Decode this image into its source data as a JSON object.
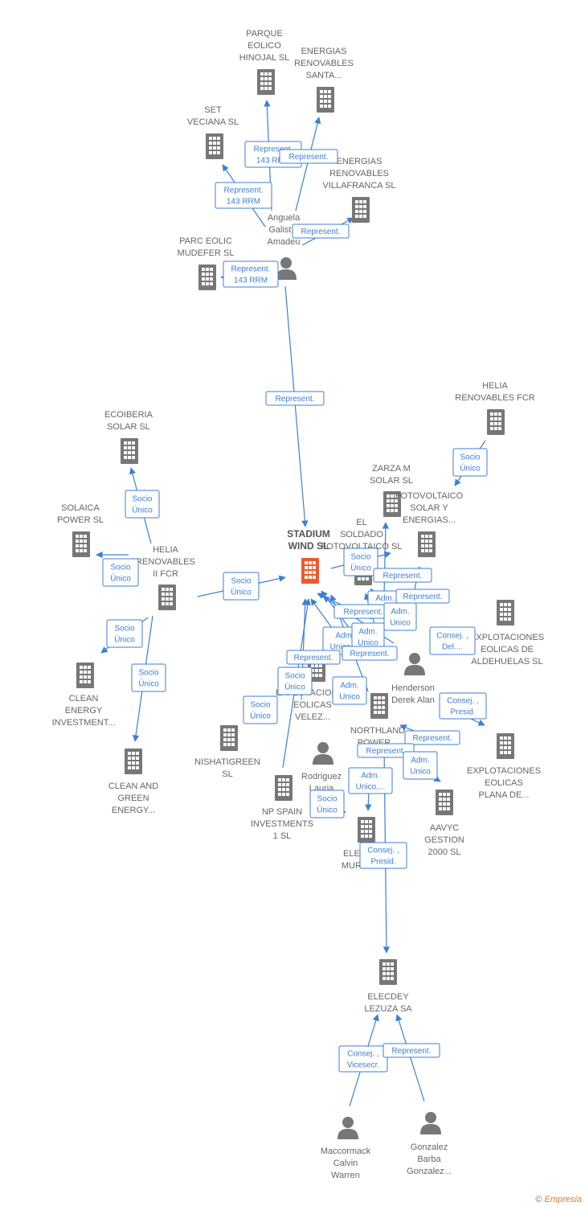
{
  "footer": {
    "copyright": "©",
    "brand": "Empresia"
  },
  "colors": {
    "company": "#777777",
    "focus": "#f0582a",
    "edge": "#3d7fd6",
    "person": "#777777"
  },
  "nodes": [
    {
      "id": "parque",
      "kind": "company",
      "lines": [
        "PARQUE",
        "EOLICO",
        "HINOJAL SL"
      ]
    },
    {
      "id": "santa",
      "kind": "company",
      "lines": [
        "ENERGIAS",
        "RENOVABLES",
        "SANTA..."
      ]
    },
    {
      "id": "set",
      "kind": "company",
      "lines": [
        "SET",
        "VECIANA SL"
      ]
    },
    {
      "id": "villafranca",
      "kind": "company",
      "lines": [
        "ENERGIAS",
        "RENOVABLES",
        "VILLAFRANCA SL"
      ]
    },
    {
      "id": "anguela",
      "kind": "person",
      "lines": [
        "Anguela",
        "Galist...",
        "Amadeu"
      ]
    },
    {
      "id": "mudefer",
      "kind": "company",
      "lines": [
        "PARC EOLIC",
        "MUDEFER  SL"
      ]
    },
    {
      "id": "helia_fcr",
      "kind": "company",
      "lines": [
        "HELIA",
        "RENOVABLES FCR"
      ]
    },
    {
      "id": "ecoiberia",
      "kind": "company",
      "lines": [
        "ECOIBERIA",
        "SOLAR SL"
      ]
    },
    {
      "id": "zarza",
      "kind": "company",
      "lines": [
        "ZARZA M",
        "SOLAR SL"
      ]
    },
    {
      "id": "fotovoltaico",
      "kind": "company",
      "lines": [
        "FOTOVOLTAICO",
        "SOLAR Y",
        "ENERGIAS..."
      ]
    },
    {
      "id": "solaica",
      "kind": "company",
      "lines": [
        "SOLAICA",
        "POWER  SL"
      ]
    },
    {
      "id": "stadium",
      "kind": "focus",
      "lines": [
        "STADIUM",
        "WIND  SL"
      ]
    },
    {
      "id": "soldado",
      "kind": "company",
      "lines": [
        "EL",
        "SOLDADO",
        "FOTOVOLTAICO SL"
      ]
    },
    {
      "id": "helia2",
      "kind": "company",
      "lines": [
        "HELIA",
        "RENOVABLES",
        "II FCR"
      ]
    },
    {
      "id": "aldehuelas",
      "kind": "company",
      "lines": [
        "EXPLOTACIONES",
        "EOLICAS DE",
        "ALDEHUELAS SL"
      ]
    },
    {
      "id": "clean_inv",
      "kind": "company",
      "lines": [
        "CLEAN",
        "ENERGY",
        "INVESTMENT..."
      ]
    },
    {
      "id": "henderson",
      "kind": "person",
      "lines": [
        "Henderson",
        "Derek Alan"
      ]
    },
    {
      "id": "velez",
      "kind": "company",
      "lines": [
        "EXPLOTACIONES",
        "EOLICAS",
        "VELEZ..."
      ]
    },
    {
      "id": "northland",
      "kind": "company",
      "lines": [
        "NORTHLAND",
        "POWER..."
      ]
    },
    {
      "id": "nishati",
      "kind": "company",
      "lines": [
        "NISHATIGREEN",
        "SL"
      ]
    },
    {
      "id": "plana",
      "kind": "company",
      "lines": [
        "EXPLOTACIONES",
        "EOLICAS",
        "PLANA DE..."
      ]
    },
    {
      "id": "clean_green",
      "kind": "company",
      "lines": [
        "CLEAN AND",
        "GREEN",
        "ENERGY..."
      ]
    },
    {
      "id": "rodriguez",
      "kind": "person",
      "lines": [
        "Rodriguez",
        "Lauria",
        "A..."
      ]
    },
    {
      "id": "npspain",
      "kind": "company",
      "lines": [
        "NP SPAIN",
        "INVESTMENTS",
        "1  SL"
      ]
    },
    {
      "id": "aavyc",
      "kind": "company",
      "lines": [
        "AAVYC",
        "GESTION",
        "2000 SL"
      ]
    },
    {
      "id": "murcia",
      "kind": "company",
      "lines": [
        "ELE...",
        "MUR..."
      ]
    },
    {
      "id": "elecdey",
      "kind": "company",
      "lines": [
        "ELECDEY",
        "LEZUZA SA"
      ]
    },
    {
      "id": "maccormack",
      "kind": "person",
      "lines": [
        "Maccormack",
        "Calvin",
        "Warren"
      ]
    },
    {
      "id": "gonzalez",
      "kind": "person",
      "lines": [
        "Gonzalez",
        "Barba",
        "Gonzalez..."
      ]
    }
  ],
  "edges": [
    {
      "lines": [
        "Represent.",
        "143 RRM"
      ]
    },
    {
      "lines": [
        "Represent."
      ]
    },
    {
      "lines": [
        "Represent.",
        "143 RRM"
      ]
    },
    {
      "lines": [
        "Represent."
      ]
    },
    {
      "lines": [
        "Represent.",
        "143 RRM"
      ]
    },
    {
      "lines": [
        "Represent."
      ]
    },
    {
      "lines": [
        "Socio",
        "Único"
      ]
    },
    {
      "lines": [
        "Socio",
        "Único"
      ]
    },
    {
      "lines": [
        "Socio",
        "Único"
      ]
    },
    {
      "lines": [
        "Socio",
        "Único"
      ]
    },
    {
      "lines": [
        "Socio",
        "Único"
      ]
    },
    {
      "lines": [
        "Socio",
        "Único"
      ]
    },
    {
      "lines": [
        "Socio",
        "Único"
      ]
    },
    {
      "lines": [
        "Represent."
      ]
    },
    {
      "lines": [
        "Adm."
      ]
    },
    {
      "lines": [
        "Represent."
      ]
    },
    {
      "lines": [
        "Represent."
      ]
    },
    {
      "lines": [
        "Adm.",
        "Unico"
      ]
    },
    {
      "lines": [
        "Adm.",
        "Unico,..."
      ]
    },
    {
      "lines": [
        "Adm.",
        "Unico"
      ]
    },
    {
      "lines": [
        "Represent."
      ]
    },
    {
      "lines": [
        "Consej. ,",
        "Del...."
      ]
    },
    {
      "lines": [
        "Represent."
      ]
    },
    {
      "lines": [
        "Socio",
        "Único"
      ]
    },
    {
      "lines": [
        "Adm.",
        "Unico"
      ]
    },
    {
      "lines": [
        "Socio",
        "Único"
      ]
    },
    {
      "lines": [
        "Consej. ,",
        "Presid."
      ]
    },
    {
      "lines": [
        "Represent."
      ]
    },
    {
      "lines": [
        "Represent."
      ]
    },
    {
      "lines": [
        "Adm.",
        "Unico"
      ]
    },
    {
      "lines": [
        "Adm.",
        "Unico,..."
      ]
    },
    {
      "lines": [
        "Socio",
        "Único"
      ]
    },
    {
      "lines": [
        "Consej. ,",
        "Presid."
      ]
    },
    {
      "lines": [
        "Consej. ,",
        "Vicesecr."
      ]
    },
    {
      "lines": [
        "Represent."
      ]
    }
  ]
}
